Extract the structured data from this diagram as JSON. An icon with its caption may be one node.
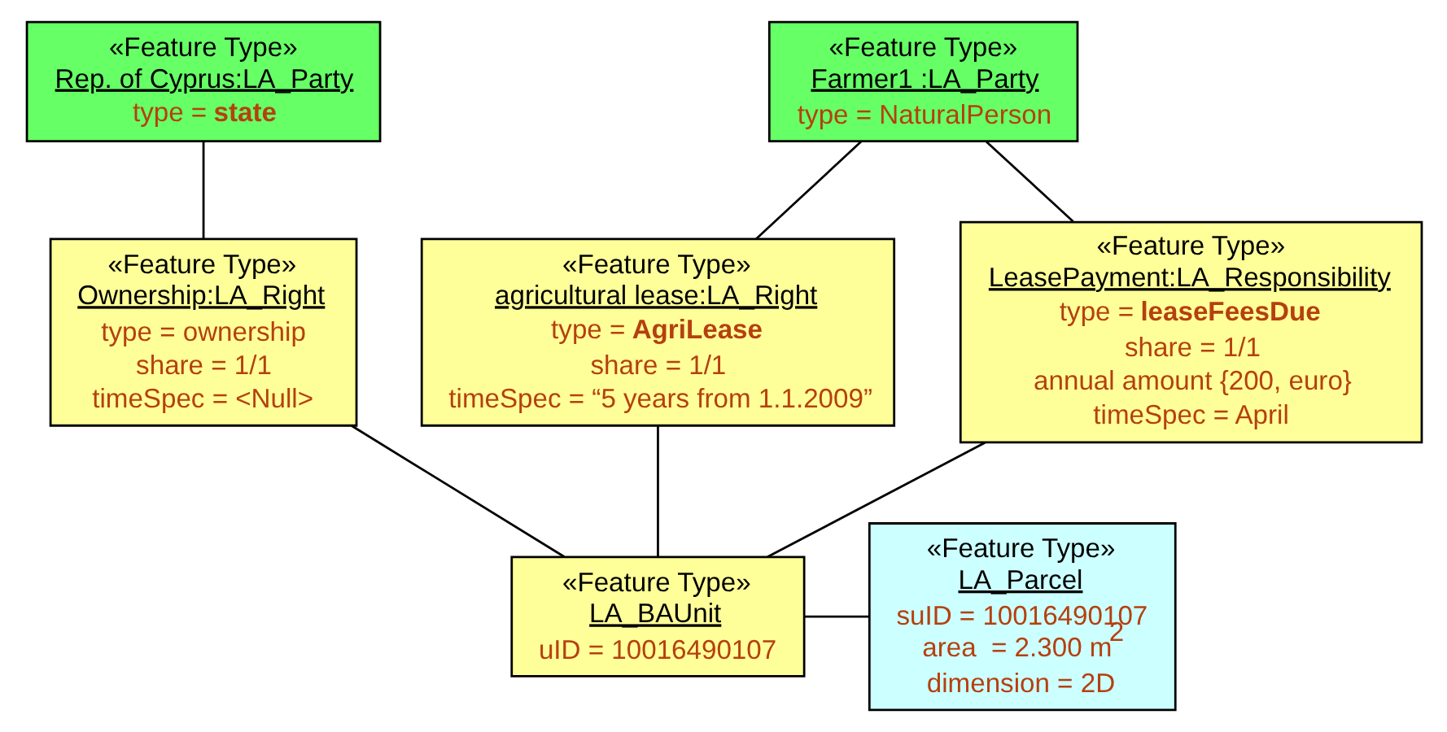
{
  "diagram": {
    "nodes": [
      {
        "text": [
          "«Feature Type»",
          "Rep. of Cyprus:LA_Party",
          "type = **state**"
        ]
      },
      {
        "text": [
          "«Feature Type»",
          "Farmer1 :LA_Party",
          "type = NaturalPerson"
        ]
      },
      {
        "text": [
          "«Feature Type»",
          "Ownership:LA_Right",
          "type = ownership",
          "share = 1/1",
          "timeSpec = <Null>"
        ]
      },
      {
        "text": [
          "«Feature Type»",
          "agricultural lease:LA_Right",
          "type = **AgriLease**",
          "share = 1/1",
          "timeSpec = “5 years from 1.1.2009”"
        ]
      },
      {
        "text": [
          "«Feature Type»",
          "LeasePayment:LA_Responsibility",
          "type = **leaseFeesDue**",
          "share = 1/1",
          "annual amount {200, euro}",
          "timeSpec = April"
        ]
      },
      {
        "text": [
          "«Feature Type»",
          "LA_BAUnit",
          "uID = 10016490107"
        ]
      },
      {
        "text": [
          "«Feature Type»",
          "LA_Parcel",
          "suID = 10016490107",
          "area  = 2.300 m$^{2}$",
          "dimension = 2D"
        ]
      }
    ],
    "edges": [
      {
        "from": 0,
        "to": 2,
        "arrow": "none"
      },
      {
        "from": 1,
        "to": 3,
        "arrow": "none"
      },
      {
        "from": 1,
        "to": 4,
        "arrow": "none"
      },
      {
        "from": 2,
        "to": 5,
        "arrow": "none"
      },
      {
        "from": 3,
        "to": 5,
        "arrow": "none"
      },
      {
        "from": 4,
        "to": 5,
        "arrow": "none"
      },
      {
        "from": 5,
        "to": 6,
        "arrow": "none"
      }
    ]
  }
}
